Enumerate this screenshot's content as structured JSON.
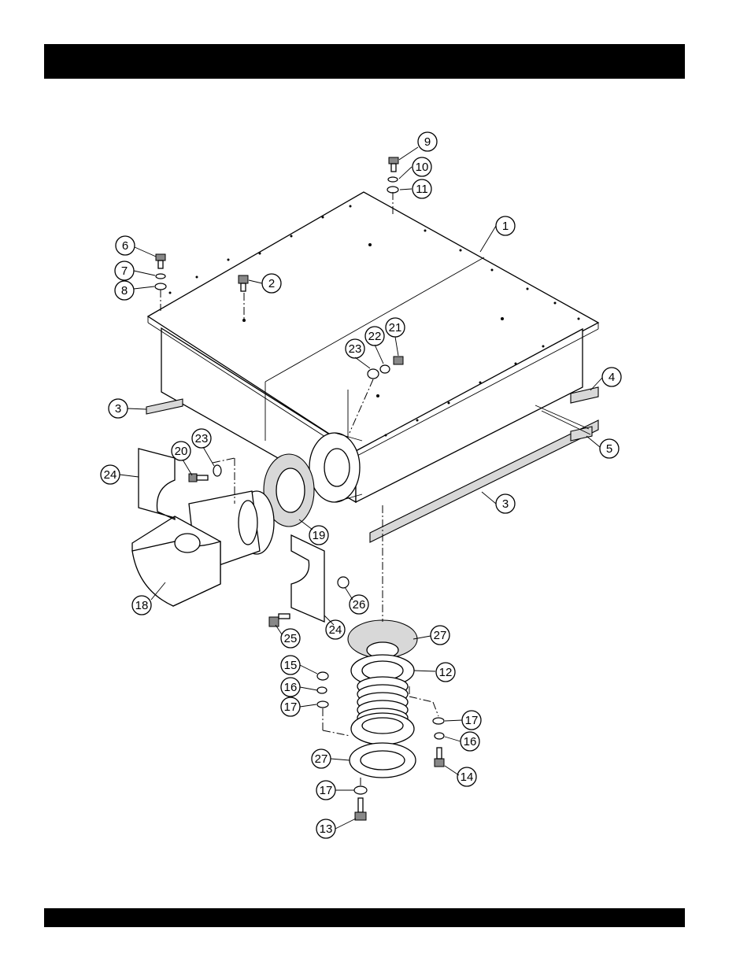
{
  "header": {
    "bar_color": "#000000"
  },
  "footer": {
    "bar_color": "#000000"
  },
  "diagram": {
    "callouts": [
      {
        "id": "c1",
        "label": "1"
      },
      {
        "id": "c2",
        "label": "2"
      },
      {
        "id": "c3a",
        "label": "3"
      },
      {
        "id": "c3b",
        "label": "3"
      },
      {
        "id": "c4",
        "label": "4"
      },
      {
        "id": "c5",
        "label": "5"
      },
      {
        "id": "c6",
        "label": "6"
      },
      {
        "id": "c7",
        "label": "7"
      },
      {
        "id": "c8",
        "label": "8"
      },
      {
        "id": "c9",
        "label": "9"
      },
      {
        "id": "c10",
        "label": "10"
      },
      {
        "id": "c11",
        "label": "11"
      },
      {
        "id": "c12",
        "label": "12"
      },
      {
        "id": "c13",
        "label": "13"
      },
      {
        "id": "c14",
        "label": "14"
      },
      {
        "id": "c15",
        "label": "15"
      },
      {
        "id": "c16a",
        "label": "16"
      },
      {
        "id": "c16b",
        "label": "16"
      },
      {
        "id": "c17a",
        "label": "17"
      },
      {
        "id": "c17b",
        "label": "17"
      },
      {
        "id": "c17c",
        "label": "17"
      },
      {
        "id": "c18",
        "label": "18"
      },
      {
        "id": "c19",
        "label": "19"
      },
      {
        "id": "c20",
        "label": "20"
      },
      {
        "id": "c21",
        "label": "21"
      },
      {
        "id": "c22",
        "label": "22"
      },
      {
        "id": "c23a",
        "label": "23"
      },
      {
        "id": "c23b",
        "label": "23"
      },
      {
        "id": "c24a",
        "label": "24"
      },
      {
        "id": "c24b",
        "label": "24"
      },
      {
        "id": "c25",
        "label": "25"
      },
      {
        "id": "c26",
        "label": "26"
      },
      {
        "id": "c27a",
        "label": "27"
      },
      {
        "id": "c27b",
        "label": "27"
      }
    ]
  }
}
